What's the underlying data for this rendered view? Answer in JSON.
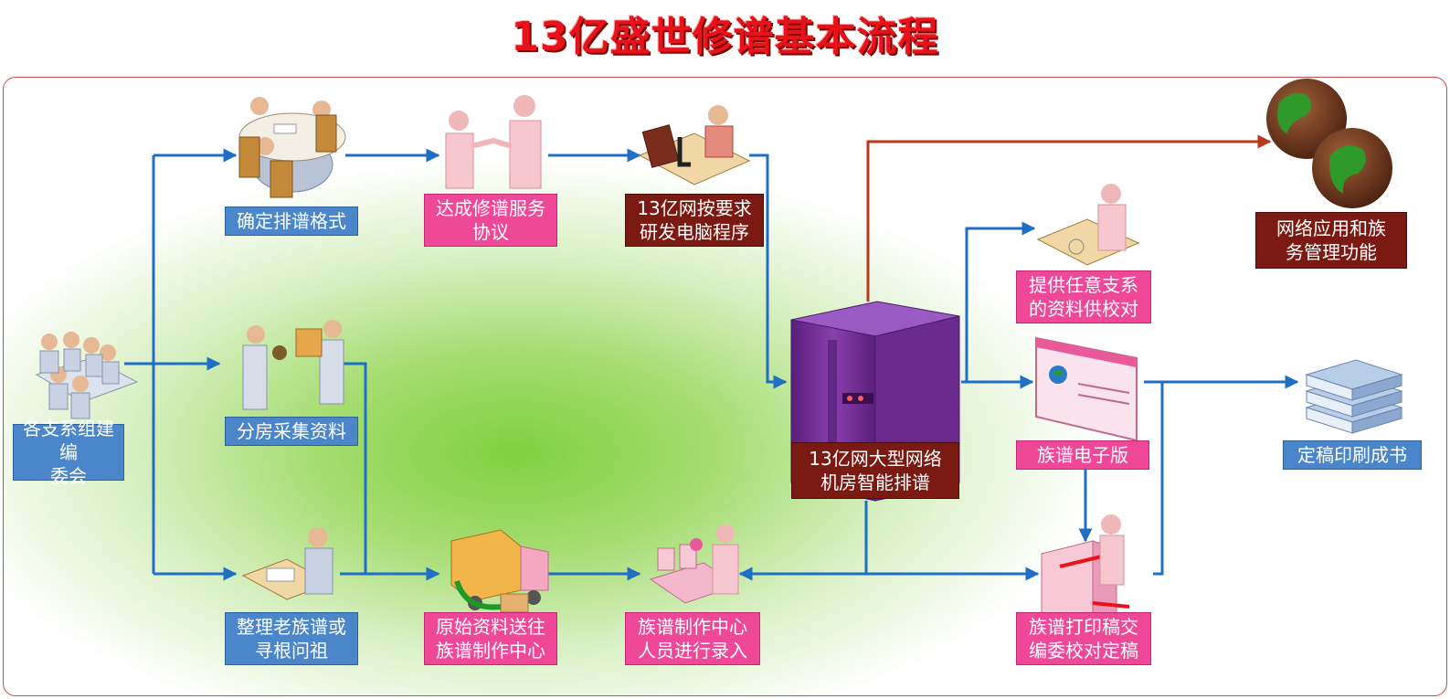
{
  "title": "13亿盛世修谱基本流程",
  "nodes": {
    "editorial": "各支系组建编\n委会",
    "format": "确定排谱格式",
    "agreement": "达成修谱服务\n协议",
    "program": "13亿网按要求\n研发电脑程序",
    "collect": "分房采集资料",
    "organize": "整理老族谱或\n寻根问祖",
    "send": "原始资料送往\n族谱制作中心",
    "entry": "族谱制作中心\n人员进行录入",
    "server": "13亿网大型网络\n机房智能排谱",
    "proof": "提供任意支系\n的资料供校对",
    "network": "网络应用和族\n务管理功能",
    "ebook": "族谱电子版",
    "print_draft": "族谱打印稿交\n编委校对定稿",
    "print_book": "定稿印刷成书"
  },
  "colors": {
    "blue_label": "#4a86c9",
    "pink_label": "#f04898",
    "brown_label": "#7a1a12",
    "arrow_blue": "#1f6fc4",
    "arrow_brown": "#b83a1a",
    "title_red": "#e8121b"
  }
}
